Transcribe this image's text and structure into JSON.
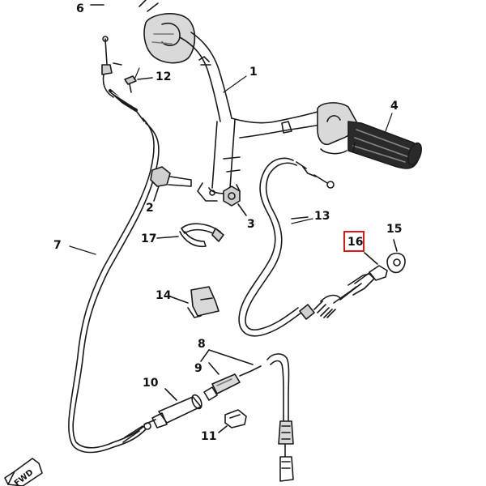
{
  "callouts": {
    "c1": "1",
    "c2": "2",
    "c3": "3",
    "c4": "4",
    "c6": "6",
    "c7": "7",
    "c8": "8",
    "c9": "9",
    "c10": "10",
    "c11": "11",
    "c12": "12",
    "c13": "13",
    "c14": "14",
    "c15": "15",
    "c16": "16",
    "c17": "17"
  },
  "highlight": {
    "part": "16",
    "color": "#e0161b"
  },
  "fwd_label": "FWD",
  "colors": {
    "line": "#1a1a1a",
    "shade": "#cfcfcf",
    "grip": "#2a2a2a"
  }
}
